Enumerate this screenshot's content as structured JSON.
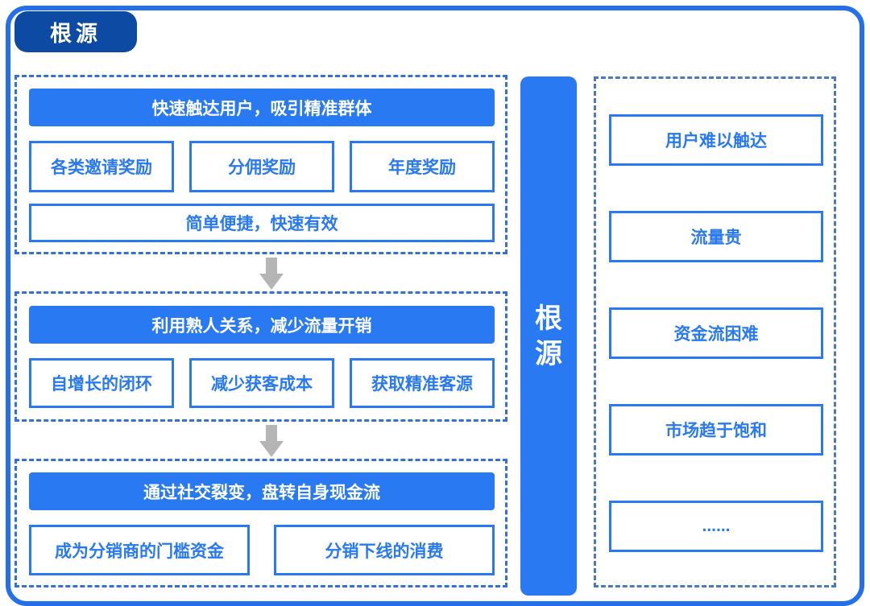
{
  "badge": {
    "label": "根源"
  },
  "left_sections": [
    {
      "header": "快速触达用户，吸引精准群体",
      "items": [
        "各类邀请奖励",
        "分佣奖励",
        "年度奖励"
      ],
      "footer": "简单便捷，快速有效"
    },
    {
      "header": "利用熟人关系，减少流量开销",
      "items": [
        "自增长的闭环",
        "减少获客成本",
        "获取精准客源"
      ]
    },
    {
      "header": "通过社交裂变，盘转自身现金流",
      "items": [
        "成为分销商的门槛资金",
        "分销下线的消费"
      ]
    }
  ],
  "center_bar": {
    "label": "根源",
    "chars": [
      "根",
      "源"
    ]
  },
  "right_panel": {
    "items": [
      "用户难以触达",
      "流量贵",
      "资金流困难",
      "市场趋于饱和",
      "......"
    ]
  },
  "colors": {
    "accent_blue": "#2879F2",
    "badge_navy": "#0C4AA3",
    "frame_blue": "#2470EB",
    "dash_left_blue": "#3470D8",
    "dash_right_blue": "#4C78C0",
    "arrow_gray": "#B5B5B5",
    "text_on_blue": "#FFFFFF"
  }
}
